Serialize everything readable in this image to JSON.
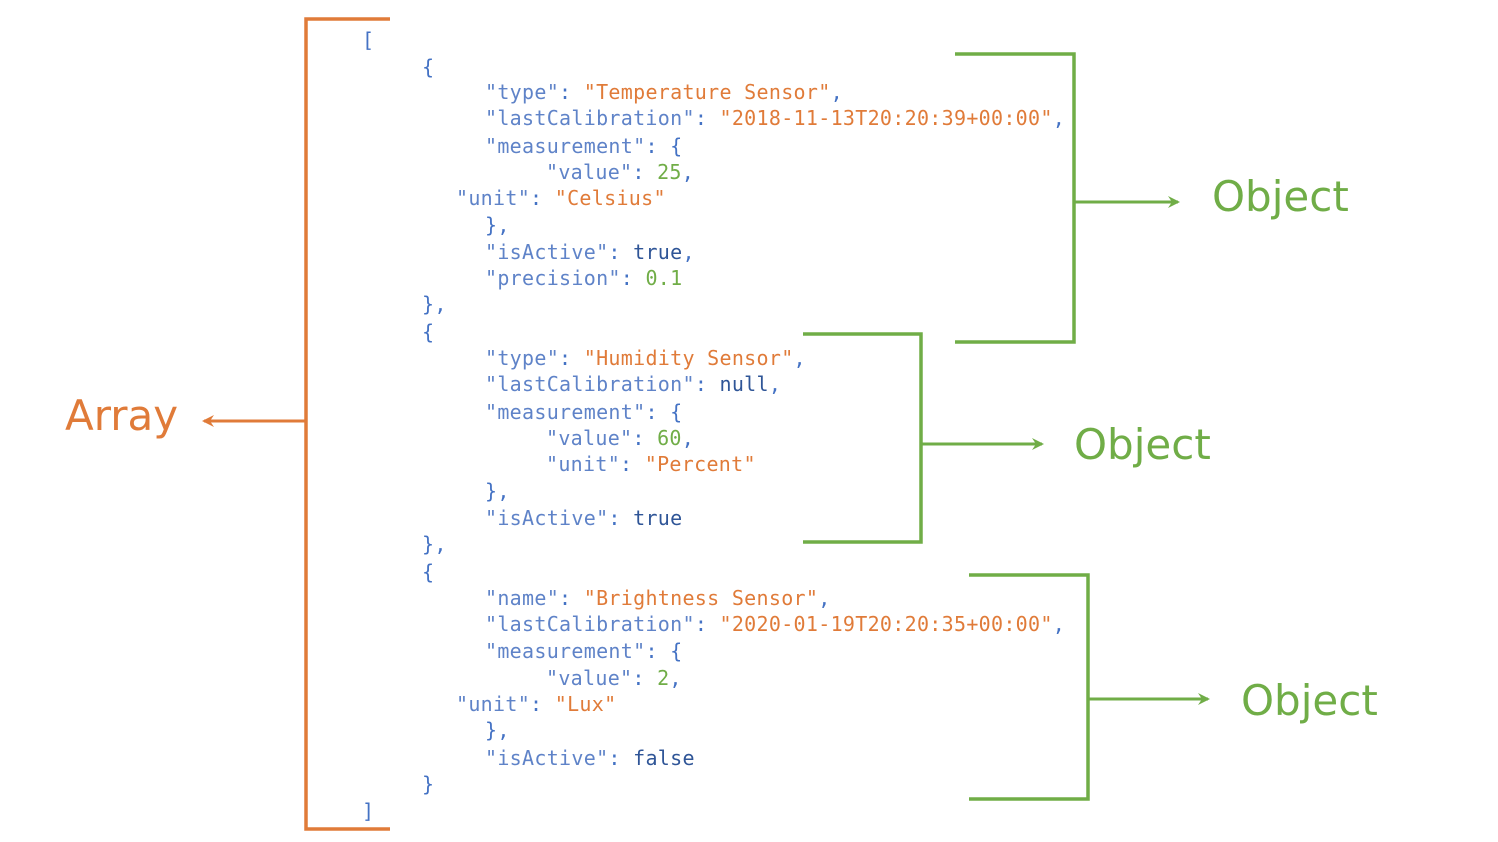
{
  "colors": {
    "array_accent": "#e07b39",
    "object_accent": "#70ad47",
    "punctuation": "#4472c4",
    "key": "#5f83c8",
    "string": "#e07b39",
    "number": "#70ad47",
    "literal": "#2f5597"
  },
  "labels": {
    "array": "Array",
    "object_1": "Object",
    "object_2": "Object",
    "object_3": "Object"
  },
  "code_lines": [
    [
      [
        "p",
        "["
      ]
    ],
    [
      [
        "p",
        "{"
      ]
    ],
    [
      [
        "k",
        "\"type\""
      ],
      [
        "p",
        ": "
      ],
      [
        "s",
        "\"Temperature Sensor\""
      ],
      [
        "p",
        ","
      ]
    ],
    [
      [
        "k",
        "\"lastCalibration\""
      ],
      [
        "p",
        ": "
      ],
      [
        "s",
        "\"2018-11-13T20:20:39+00:00\""
      ],
      [
        "p",
        ","
      ]
    ],
    [
      [
        "k",
        "\"measurement\""
      ],
      [
        "p",
        ": {"
      ]
    ],
    [
      [
        "k",
        "\"value\""
      ],
      [
        "p",
        ": "
      ],
      [
        "n",
        "25"
      ],
      [
        "p",
        ","
      ]
    ],
    [
      [
        "k",
        "\"unit\""
      ],
      [
        "p",
        ": "
      ],
      [
        "s",
        "\"Celsius\""
      ]
    ],
    [
      [
        "p",
        "},"
      ]
    ],
    [
      [
        "k",
        "\"isActive\""
      ],
      [
        "p",
        ": "
      ],
      [
        "l",
        "true"
      ],
      [
        "p",
        ","
      ]
    ],
    [
      [
        "k",
        "\"precision\""
      ],
      [
        "p",
        ": "
      ],
      [
        "n",
        "0.1"
      ]
    ],
    [
      [
        "p",
        "},"
      ]
    ],
    [
      [
        "p",
        "{"
      ]
    ],
    [
      [
        "k",
        "\"type\""
      ],
      [
        "p",
        ": "
      ],
      [
        "s",
        "\"Humidity Sensor\""
      ],
      [
        "p",
        ","
      ]
    ],
    [
      [
        "k",
        "\"lastCalibration\""
      ],
      [
        "p",
        ": "
      ],
      [
        "l",
        "null"
      ],
      [
        "p",
        ","
      ]
    ],
    [
      [
        "k",
        "\"measurement\""
      ],
      [
        "p",
        ": {"
      ]
    ],
    [
      [
        "k",
        "\"value\""
      ],
      [
        "p",
        ": "
      ],
      [
        "n",
        "60"
      ],
      [
        "p",
        ","
      ]
    ],
    [
      [
        "k",
        "\"unit\""
      ],
      [
        "p",
        ": "
      ],
      [
        "s",
        "\"Percent\""
      ]
    ],
    [
      [
        "p",
        "},"
      ]
    ],
    [
      [
        "k",
        "\"isActive\""
      ],
      [
        "p",
        ": "
      ],
      [
        "l",
        "true"
      ]
    ],
    [
      [
        "p",
        "},"
      ]
    ],
    [
      [
        "p",
        "{"
      ]
    ],
    [
      [
        "k",
        "\"name\""
      ],
      [
        "p",
        ": "
      ],
      [
        "s",
        "\"Brightness Sensor\""
      ],
      [
        "p",
        ","
      ]
    ],
    [
      [
        "k",
        "\"lastCalibration\""
      ],
      [
        "p",
        ": "
      ],
      [
        "s",
        "\"2020-01-19T20:20:35+00:00\""
      ],
      [
        "p",
        ","
      ]
    ],
    [
      [
        "k",
        "\"measurement\""
      ],
      [
        "p",
        ": {"
      ]
    ],
    [
      [
        "k",
        "\"value\""
      ],
      [
        "p",
        ": "
      ],
      [
        "n",
        "2"
      ],
      [
        "p",
        ","
      ]
    ],
    [
      [
        "k",
        "\"unit\""
      ],
      [
        "p",
        ": "
      ],
      [
        "s",
        "\"Lux\""
      ]
    ],
    [
      [
        "p",
        "},"
      ]
    ],
    [
      [
        "k",
        "\"isActive\""
      ],
      [
        "p",
        ": "
      ],
      [
        "l",
        "false"
      ]
    ],
    [
      [
        "p",
        "}"
      ]
    ],
    [
      [
        "p",
        "]"
      ]
    ]
  ]
}
